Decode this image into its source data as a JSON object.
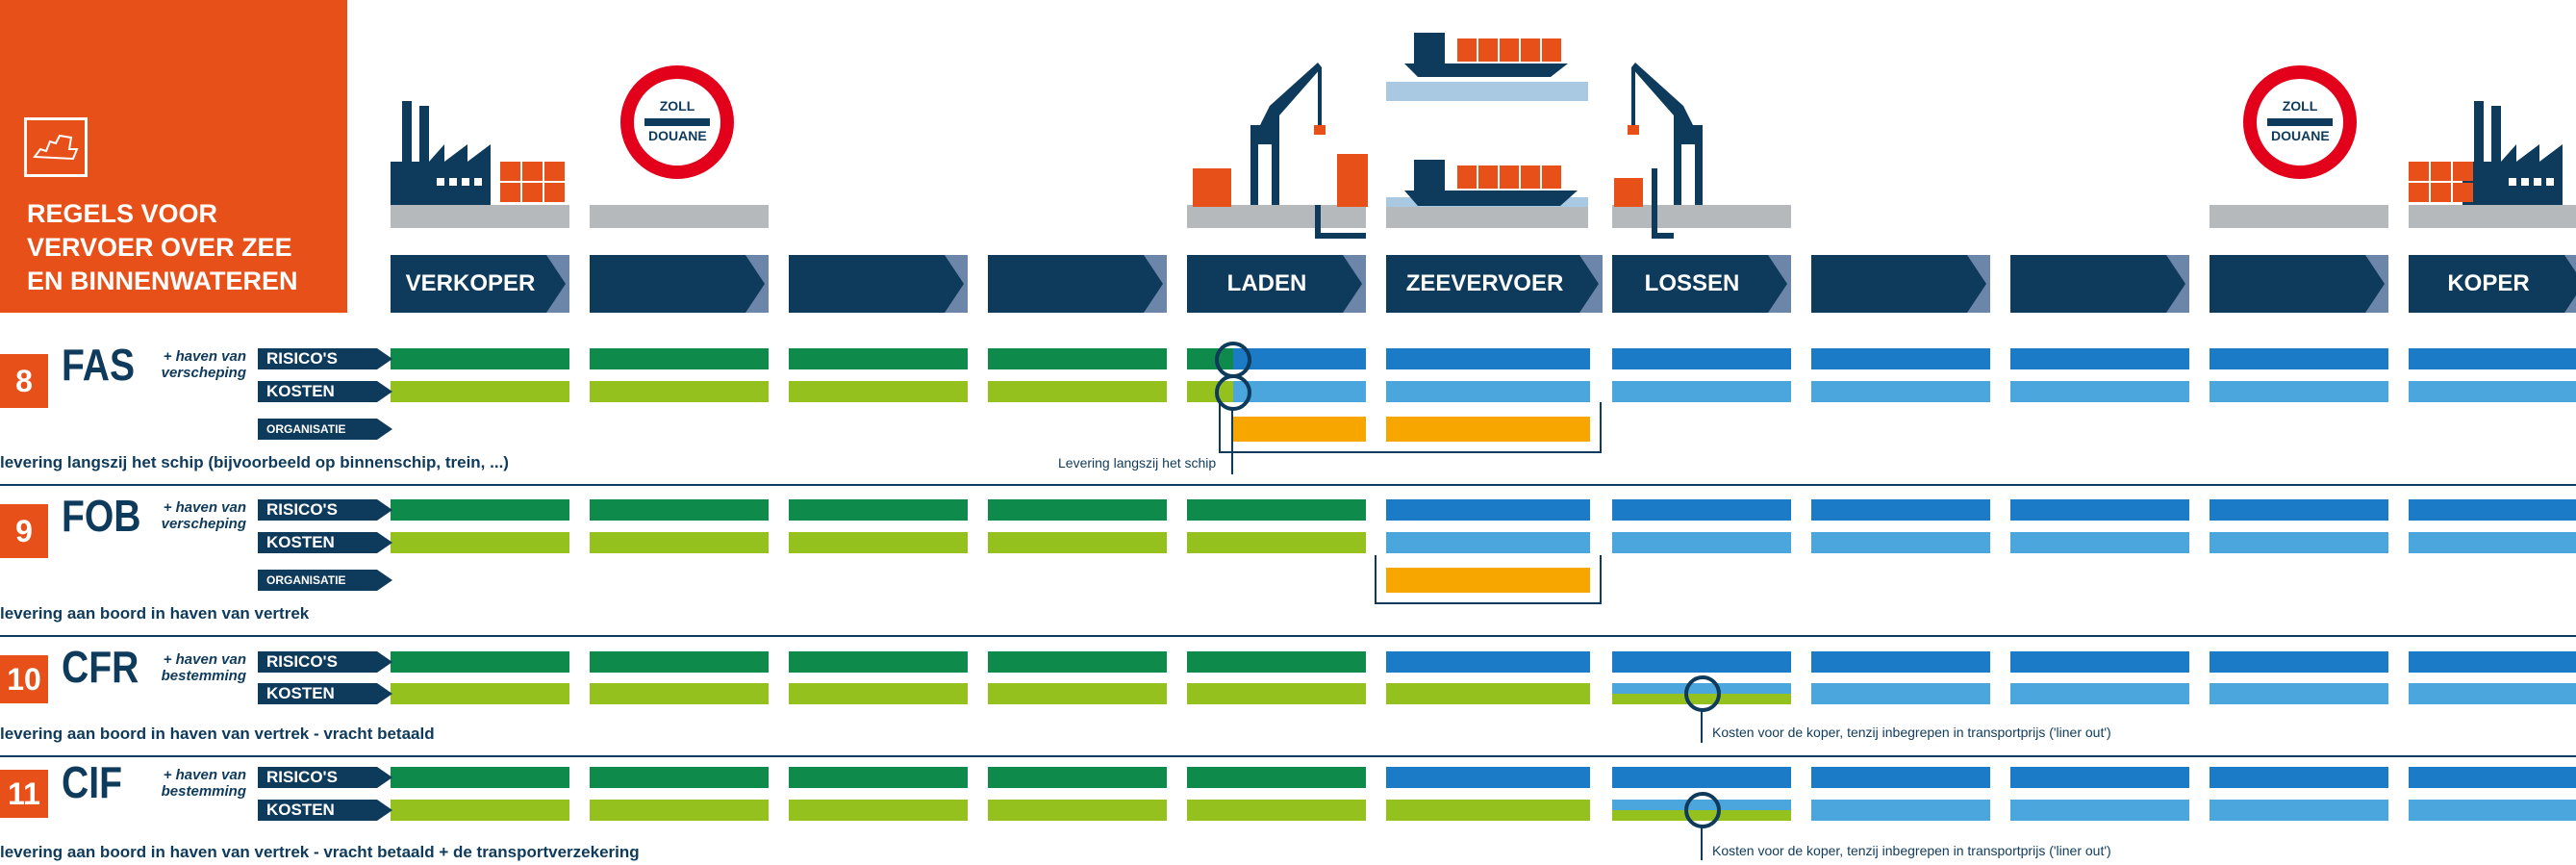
{
  "title": {
    "text": "REGELS VOOR\nVERVOER OVER ZEE\nEN BINNENWATEREN"
  },
  "customs": {
    "top": "ZOLL",
    "bottom": "DOUANE"
  },
  "headers": [
    "VERKOPER",
    "",
    "",
    "",
    "LADEN",
    "ZEEVERVOER",
    "LOSSEN",
    "",
    "",
    "",
    "KOPER"
  ],
  "tags": {
    "risk": "RISICO'S",
    "cost": "KOSTEN",
    "organisation": "ORGANISATIE"
  },
  "rules": [
    {
      "number": "8",
      "code": "FAS",
      "note": "+ haven van\nverscheping",
      "description": "levering langszij het schip (bijvoorbeeld op binnenschip, trein, ...)",
      "annotation": "Levering langszij het schip"
    },
    {
      "number": "9",
      "code": "FOB",
      "note": "+ haven van\nverscheping",
      "description": "levering aan boord in haven van vertrek"
    },
    {
      "number": "10",
      "code": "CFR",
      "note": "+ haven van\nbestemming",
      "description": "levering aan boord in haven van vertrek - vracht betaald",
      "annotation": "Kosten voor de koper, tenzij inbegrepen in transportprijs ('liner out')"
    },
    {
      "number": "11",
      "code": "CIF",
      "note": "+ haven van\nbestemming",
      "description": "levering aan boord in haven van vertrek - vracht betaald + de transportverzekering",
      "annotation": "Kosten voor de koper, tenzij inbegrepen in transportprijs ('liner out')"
    }
  ],
  "colors": {
    "orange": "#e8501a",
    "navy": "#0e3a5b",
    "dark_green": "#0e8a4a",
    "light_green": "#95c11f",
    "blue": "#1b7bc6",
    "light_blue": "#4aa6dd",
    "amber": "#f7a600"
  }
}
